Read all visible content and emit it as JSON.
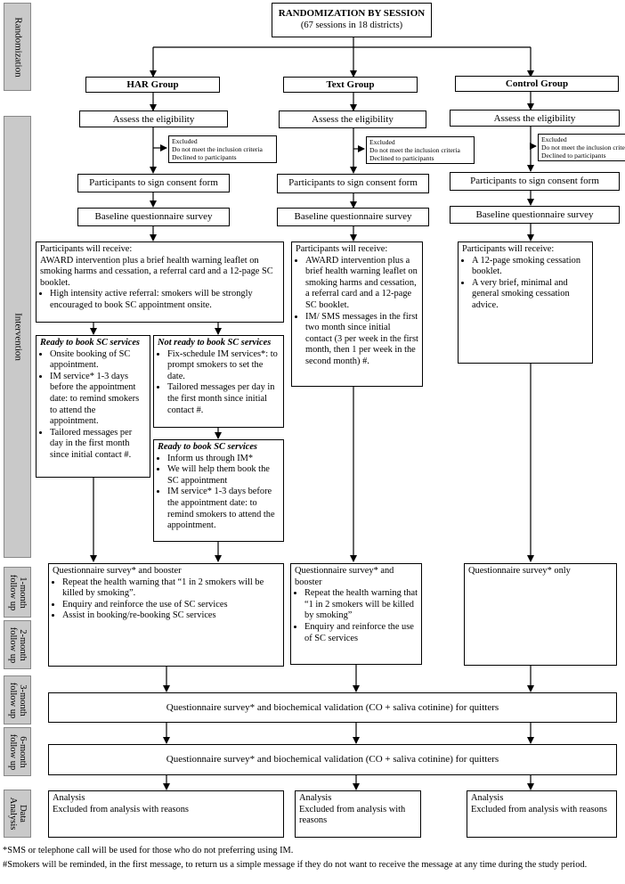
{
  "sections": {
    "randomization": "Randomization",
    "intervention": "Intervention",
    "fu1": "1-month\nfollow up",
    "fu2": "2-month\nfollow up",
    "fu3": "3-month\nfollow up",
    "fu6": "6-month\nfollow up",
    "data": "Data\nAnalysis"
  },
  "top": {
    "title": "RANDOMIZATION BY SESSION",
    "subtitle": "(67 sessions in 18 districts)"
  },
  "groups": {
    "har": "HAR Group",
    "text": "Text Group",
    "control": "Control Group"
  },
  "eligibility": "Assess the eligibility",
  "excluded": {
    "l1": "Excluded",
    "l2": "Do not meet the inclusion criteria",
    "l3": "Declined to participants"
  },
  "consent": "Participants to sign consent form",
  "baseline": "Baseline questionnaire survey",
  "har_receive": {
    "head": "Participants will receive:",
    "body": "AWARD intervention plus a brief health warning leaflet on smoking harms and cessation, a referral card and a 12-page SC booklet.",
    "bullet": "High intensity active referral: smokers will be strongly encouraged to book SC appointment onsite."
  },
  "ready1": {
    "title": "Ready to book SC services",
    "b1": "Onsite booking of SC appointment.",
    "b2": "IM service* 1-3 days before the appointment date: to remind smokers to attend the appointment.",
    "b3": "Tailored messages per day in the first month since initial contact #."
  },
  "notready": {
    "title": "Not ready to book SC services",
    "b1": "Fix-schedule IM services*: to prompt smokers to set the date.",
    "b2": "Tailored messages per day in the first month since initial contact #."
  },
  "ready2": {
    "title": "Ready to book SC services",
    "b1": "Inform us through IM*",
    "b2": "We will help them book the SC appointment",
    "b3": "IM service* 1-3 days before the appointment date: to remind smokers to attend the appointment."
  },
  "text_receive": {
    "head": "Participants will receive:",
    "b1": "AWARD intervention plus a brief health warning leaflet on smoking harms and cessation, a referral card and a 12-page SC booklet.",
    "b2": "IM/ SMS messages in the first two month since initial contact (3 per week in the first month, then 1 per week in the second month) #."
  },
  "control_receive": {
    "head": "Participants will receive:",
    "b1": "A 12-page smoking cessation booklet.",
    "b2": "A very brief, minimal and general smoking cessation advice."
  },
  "har_fu": {
    "head": "Questionnaire survey* and booster",
    "b1": "Repeat the health warning that “1 in 2 smokers will be killed by smoking”.",
    "b2": "Enquiry and reinforce the use of SC services",
    "b3": "Assist in booking/re-booking SC services"
  },
  "text_fu": {
    "head": "Questionnaire survey* and booster",
    "b1": "Repeat the health warning that “1 in 2 smokers will be killed by smoking”",
    "b2": "Enquiry and reinforce the use of SC services"
  },
  "control_fu": "Questionnaire survey* only",
  "followup_bio": "Questionnaire survey* and biochemical validation (CO + saliva cotinine) for quitters",
  "analysis": {
    "l1": "Analysis",
    "l2": "Excluded from analysis with reasons"
  },
  "footnotes": {
    "n1": "*SMS or telephone call will be used for those who do not preferring using IM.",
    "n2": "#Smokers will be reminded, in the first message, to return us a simple message if they do not want to receive the message at any time during the study period."
  }
}
